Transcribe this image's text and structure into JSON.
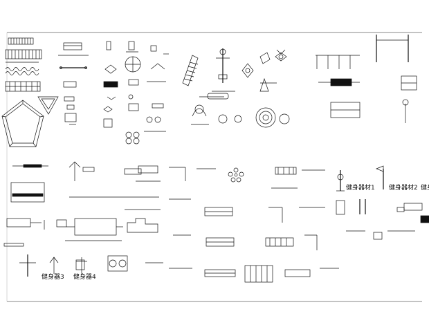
{
  "labels": {
    "fitness_1": "健身器材1",
    "fitness_2": "健身器材2",
    "fitness_3": "健身器3",
    "fitness_4": "健身器4",
    "fitness_partial": "健身器"
  }
}
